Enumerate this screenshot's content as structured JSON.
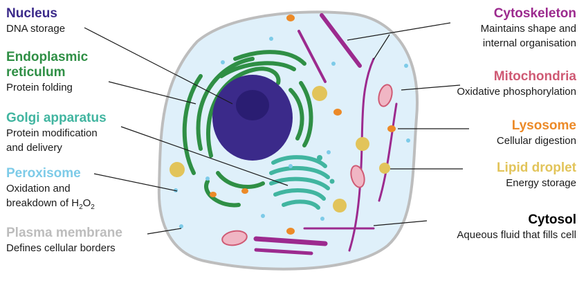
{
  "colors": {
    "nucleus": "#3b2a8a",
    "er": "#2f8f45",
    "golgi": "#41b5a0",
    "peroxisome": "#7dcbe8",
    "membrane": "#bdbdbd",
    "cytoskeleton": "#9c2a8e",
    "mitochondria": "#cf5a74",
    "lysosome": "#ec8a28",
    "lipid": "#e2c45a",
    "cytosol": "#000000",
    "cytoplasm_fill": "#dff0fa"
  },
  "labels": {
    "nucleus": {
      "title": "Nucleus",
      "desc": "DNA storage"
    },
    "er": {
      "title_line1": "Endoplasmic",
      "title_line2": "reticulum",
      "desc": "Protein folding"
    },
    "golgi": {
      "title": "Golgi apparatus",
      "desc_line1": "Protein modification",
      "desc_line2": "and delivery"
    },
    "peroxisome": {
      "title": "Peroxisome",
      "desc_line1": "Oxidation and",
      "desc_line2_prefix": "breakdown of H",
      "sub1": "2",
      "mid": "O",
      "sub2": "2"
    },
    "plasma": {
      "title": "Plasma membrane",
      "desc": "Defines cellular borders"
    },
    "cytoskeleton": {
      "title": "Cytoskeleton",
      "desc_line1": "Maintains shape and",
      "desc_line2": "internal organisation"
    },
    "mitochondria": {
      "title": "Mitochondria",
      "desc": "Oxidative phosphorylation"
    },
    "lysosome": {
      "title": "Lysosome",
      "desc": "Cellular digestion"
    },
    "lipid": {
      "title": "Lipid droplet",
      "desc": "Energy storage"
    },
    "cytosol": {
      "title": "Cytosol",
      "desc": "Aqueous fluid that fills cell"
    }
  }
}
